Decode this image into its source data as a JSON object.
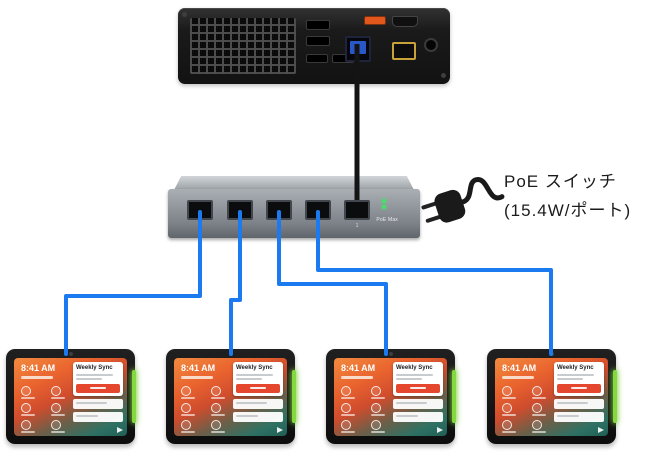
{
  "labels": {
    "poe_line1": "PoE スイッチ",
    "poe_line2": "(15.4W/ポート)"
  },
  "switch": {
    "poe_max_label": "PoE Max",
    "port_number": "1"
  },
  "colors": {
    "cable_blue": "#1b7af0",
    "cable_black": "#141414",
    "accent_green": "#84d93e",
    "button_red": "#e4472e",
    "screen_orange": "#e9632e",
    "screen_teal": "#1f5e55"
  },
  "tablets": [
    {
      "time": "8:41 AM",
      "meeting_title": "Weekly Sync"
    },
    {
      "time": "8:41 AM",
      "meeting_title": "Weekly Sync"
    },
    {
      "time": "8:41 AM",
      "meeting_title": "Weekly Sync"
    },
    {
      "time": "8:41 AM",
      "meeting_title": "Weekly Sync"
    }
  ]
}
